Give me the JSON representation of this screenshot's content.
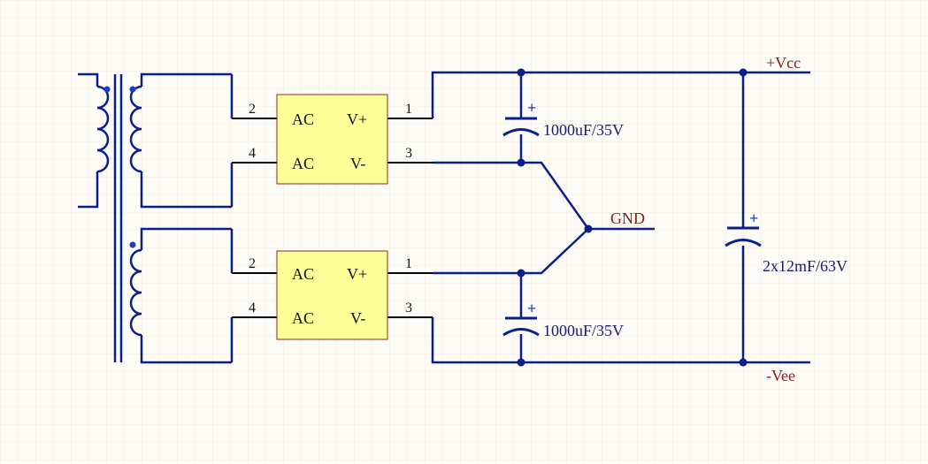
{
  "colors": {
    "background": "#fcfbf6",
    "grid": "#eeede4",
    "wire": "#0a1e8c",
    "pin_wire": "#000000",
    "component_body": "#ffff99",
    "component_border": "#8b2a2a",
    "net_label": "#8b1a1a",
    "component_text": "#1a1a7a",
    "polarity_mark": "#1f3cc8"
  },
  "bridges": {
    "top": {
      "pins": {
        "in_top": "2",
        "in_bottom": "4",
        "out_top": "1",
        "out_bottom": "3"
      },
      "labels": {
        "ac_top": "AC",
        "ac_bottom": "AC",
        "v_plus": "V+",
        "v_minus": "V-"
      }
    },
    "bottom": {
      "pins": {
        "in_top": "2",
        "in_bottom": "4",
        "out_top": "1",
        "out_bottom": "3"
      },
      "labels": {
        "ac_top": "AC",
        "ac_bottom": "AC",
        "v_plus": "V+",
        "v_minus": "V-"
      }
    }
  },
  "capacitors": {
    "top": {
      "value": "1000uF/35V",
      "polarity": "+"
    },
    "bottom": {
      "value": "1000uF/35V",
      "polarity": "+"
    },
    "main": {
      "value": "2x12mF/63V",
      "polarity": "+"
    }
  },
  "nets": {
    "vcc": "+Vcc",
    "gnd": "GND",
    "vee": "-Vee"
  }
}
